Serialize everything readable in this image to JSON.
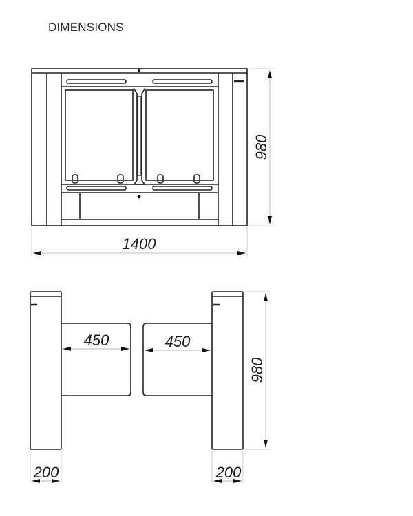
{
  "title": "DIMENSIONS",
  "front_view": {
    "width_label": "1400",
    "height_label": "980"
  },
  "side_view": {
    "left_post_width_label": "200",
    "right_post_width_label": "200",
    "left_wing_width_label": "450",
    "right_wing_width_label": "450",
    "height_label": "980"
  },
  "colors": {
    "line": "#222222",
    "dim_line": "#bbbbbb",
    "text": "#1a1a1a"
  }
}
